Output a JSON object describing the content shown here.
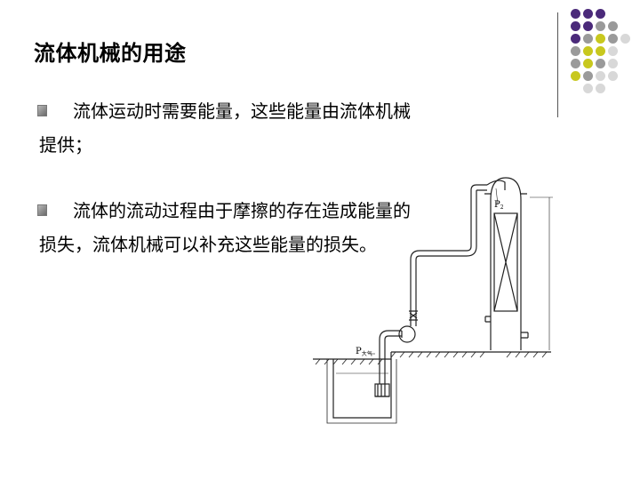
{
  "slide": {
    "title": "流体机械的用途",
    "bullets": [
      {
        "text": "流体运动时需要能量，这些能量由流体机械提供；"
      },
      {
        "text": "流体的流动过程由于摩擦的存在造成能量的损失，流体机械可以补充这些能量的损失。"
      }
    ]
  },
  "diagram": {
    "label_p2": "P",
    "label_p2_sub": "2",
    "label_patm": "P",
    "label_patm_sub": "大气"
  },
  "colors": {
    "purple": "#4b2a7a",
    "gray": "#9a9a9a",
    "yellow": "#c8c81e",
    "light": "#d8d8d8"
  }
}
